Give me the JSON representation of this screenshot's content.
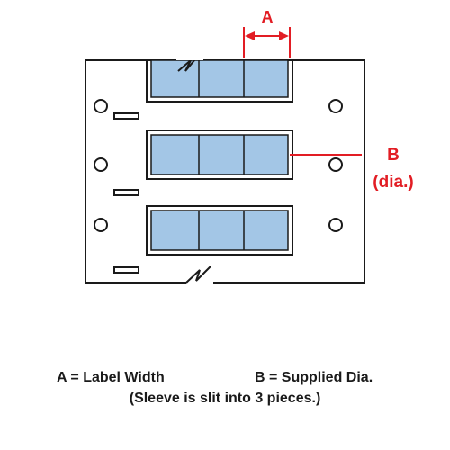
{
  "dimension_a": {
    "letter": "A"
  },
  "dimension_b": {
    "letter": "B",
    "note": "(dia.)"
  },
  "legend": {
    "a_definition": "A = Label Width",
    "b_definition": "B = Supplied Dia.",
    "note": "(Sleeve is slit into 3 pieces.)"
  },
  "colors": {
    "label_fill": "#a3c6e6",
    "outline": "#1a1a1a",
    "dimension_red": "#e21d24"
  },
  "layout_info": {
    "rows": 3,
    "labels_per_row": 3
  }
}
